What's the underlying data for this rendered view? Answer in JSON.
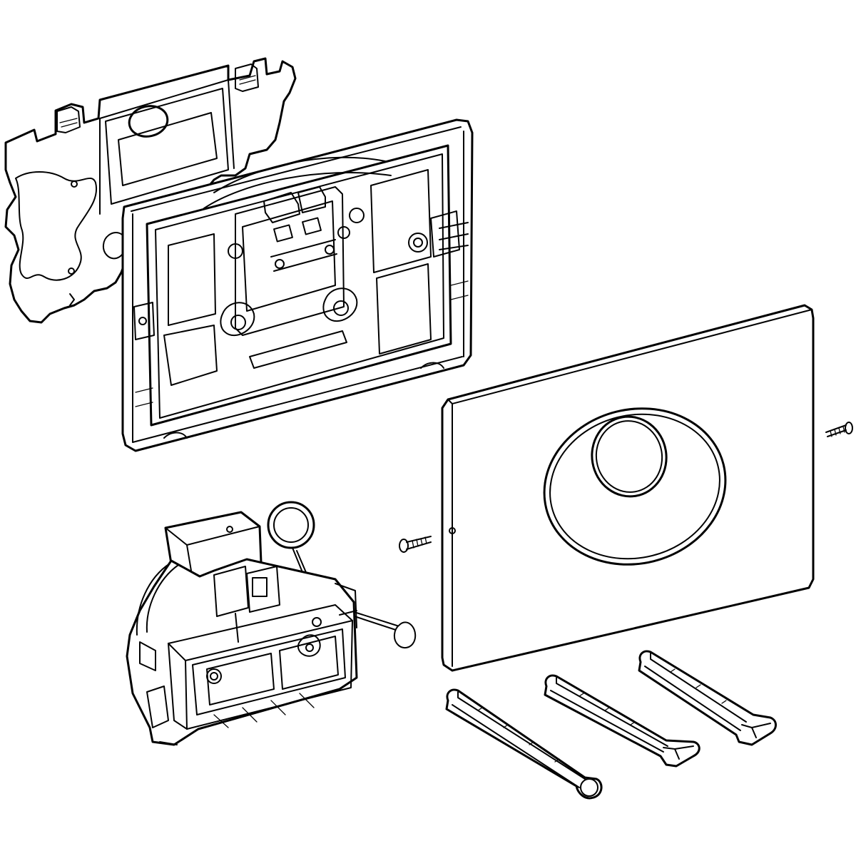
{
  "diagram": {
    "type": "exploded-assembly-line-drawing",
    "line_color": "#000000",
    "background_color": "#ffffff",
    "parts": [
      "mounting-frame-back-plate",
      "mounting-frame",
      "cover-plate",
      "control-unit-module",
      "fixing-screw-left",
      "fixing-screw-right",
      "extension-rod-1",
      "extension-rod-2",
      "extension-rod-3"
    ]
  }
}
